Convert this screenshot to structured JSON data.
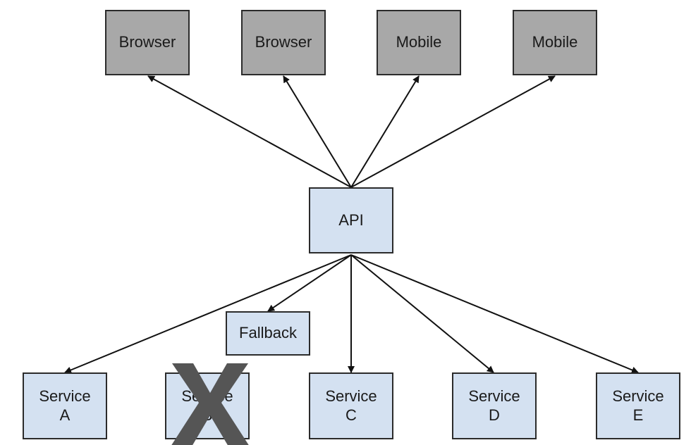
{
  "diagram": {
    "nodes": {
      "browser_1": {
        "line1": "Browser"
      },
      "browser_2": {
        "line1": "Browser"
      },
      "mobile_1": {
        "line1": "Mobile"
      },
      "mobile_2": {
        "line1": "Mobile"
      },
      "api": {
        "line1": "API"
      },
      "fallback": {
        "line1": "Fallback"
      },
      "service_a": {
        "line1": "Service",
        "line2": "A"
      },
      "service_b": {
        "line1": "Service",
        "line2": "B",
        "status": "failed"
      },
      "service_c": {
        "line1": "Service",
        "line2": "C"
      },
      "service_d": {
        "line1": "Service",
        "line2": "D"
      },
      "service_e": {
        "line1": "Service",
        "line2": "E"
      }
    },
    "edges": [
      {
        "from": "api",
        "to": "browser_1"
      },
      {
        "from": "api",
        "to": "browser_2"
      },
      {
        "from": "api",
        "to": "mobile_1"
      },
      {
        "from": "api",
        "to": "mobile_2"
      },
      {
        "from": "api",
        "to": "fallback"
      },
      {
        "from": "api",
        "to": "service_a"
      },
      {
        "from": "api",
        "to": "service_c"
      },
      {
        "from": "api",
        "to": "service_d"
      },
      {
        "from": "api",
        "to": "service_e"
      }
    ],
    "colors": {
      "client_fill": "#a8a8a8",
      "service_fill": "#d4e1f1",
      "stroke": "#2b2b2b",
      "failed_mark": "#555555"
    }
  }
}
